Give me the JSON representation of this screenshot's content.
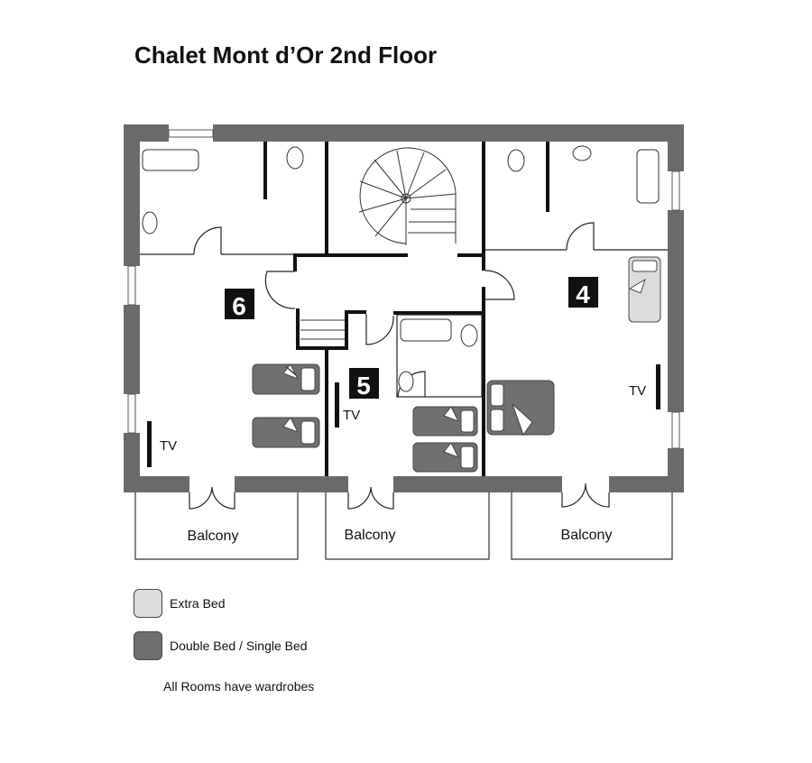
{
  "title": "Chalet Mont d’Or 2nd Floor",
  "rooms": [
    {
      "number": "6"
    },
    {
      "number": "5"
    },
    {
      "number": "4"
    }
  ],
  "tv_labels": [
    "TV",
    "TV",
    "TV"
  ],
  "balconies": [
    "Balcony",
    "Balcony",
    "Balcony"
  ],
  "legend": [
    {
      "label": "Extra Bed",
      "color": "#dcdcdc"
    },
    {
      "label": "Double Bed / Single Bed",
      "color": "#707070"
    }
  ],
  "note": "All Rooms have wardrobes",
  "colors": {
    "outer_wall": "#6a6a6a",
    "inner_wall": "#111111",
    "bed": "#707070",
    "extra_bed": "#dcdcdc"
  }
}
